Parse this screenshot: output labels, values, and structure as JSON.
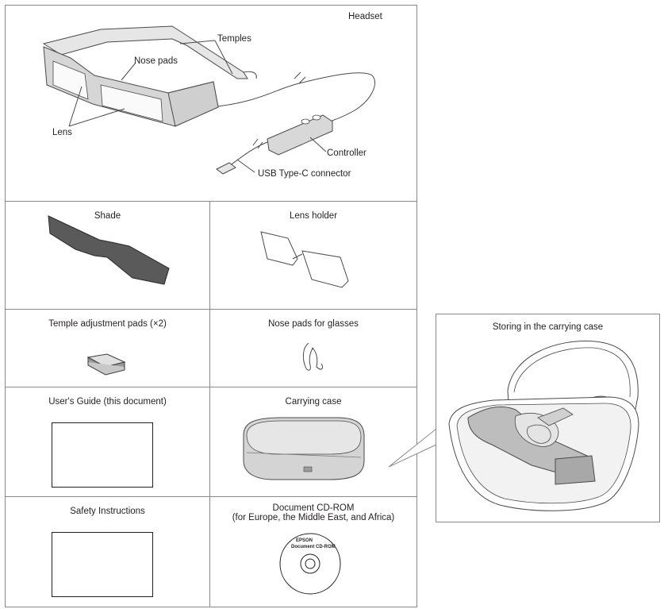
{
  "headset": {
    "title": "Headset",
    "callouts": {
      "temples": "Temples",
      "nose_pads": "Nose pads",
      "lens": "Lens",
      "controller": "Controller",
      "usb": "USB Type-C connector"
    }
  },
  "items": {
    "shade": "Shade",
    "lens_holder": "Lens holder",
    "temple_pads": "Temple adjustment pads (×2)",
    "nose_pads_glasses": "Nose pads for glasses",
    "users_guide": "User's Guide (this document)",
    "carrying_case": "Carrying case",
    "safety": "Safety Instructions",
    "cdrom_title": "Document CD-ROM",
    "cdrom_note": "(for Europe, the Middle East, and Africa)",
    "cd_brand": "EPSON",
    "cd_label": "Document CD-ROM"
  },
  "storing": {
    "title": "Storing in the carrying case"
  }
}
